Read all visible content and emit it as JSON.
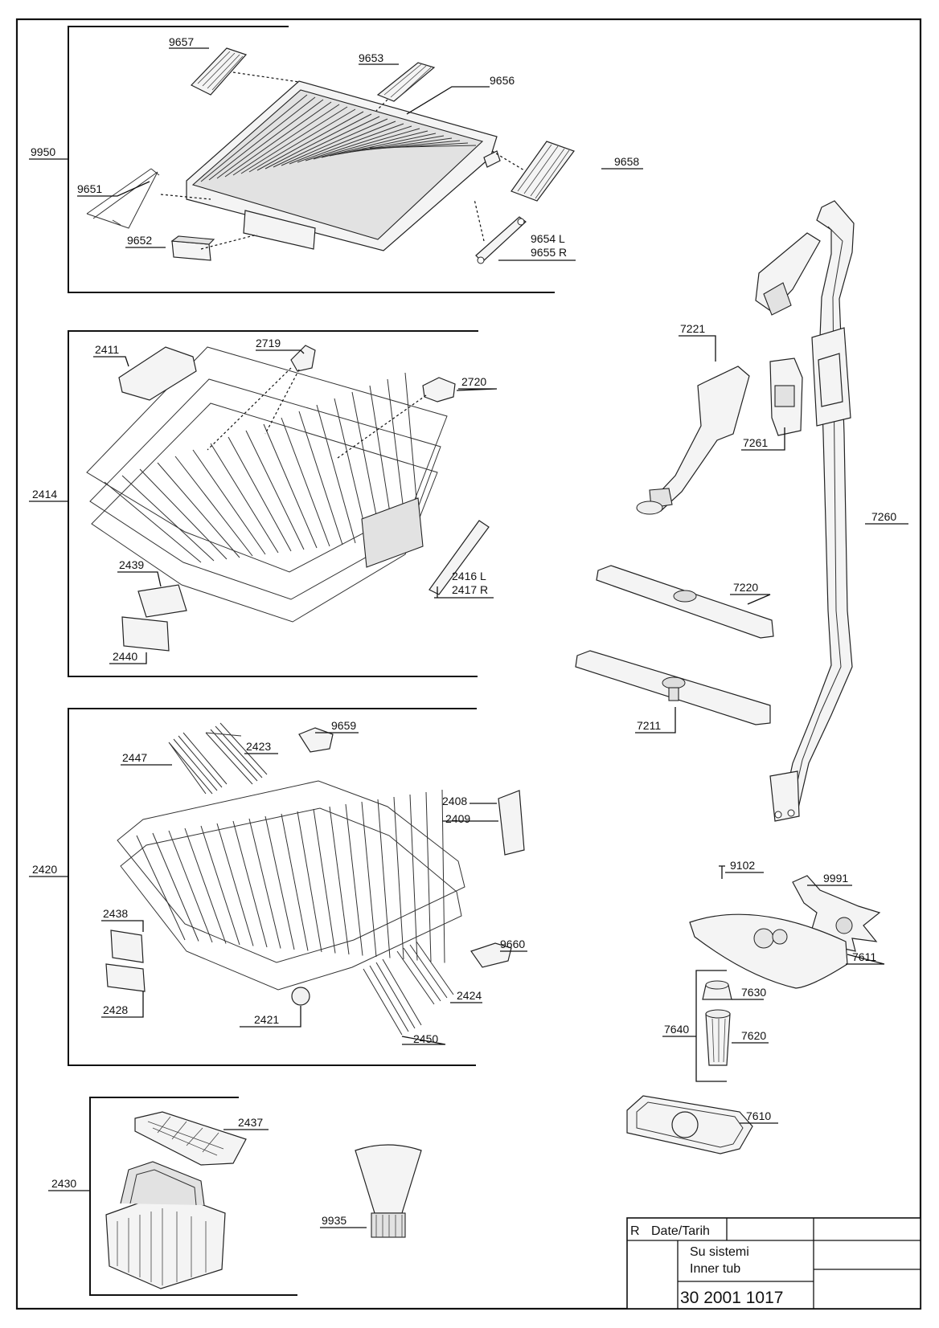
{
  "groups": {
    "upper_tray": "9950",
    "upper_basket": "2414",
    "lower_basket": "2420",
    "cutlery": "2430"
  },
  "parts": {
    "p9657": "9657",
    "p9653": "9653",
    "p9656": "9656",
    "p9658": "9658",
    "p9651": "9651",
    "p9652": "9652",
    "p9654": "9654 L",
    "p9655": "9655 R",
    "p2411": "2411",
    "p2719": "2719",
    "p2720": "2720",
    "p2416": "2416 L",
    "p2417": "2417 R",
    "p2439": "2439",
    "p2440": "2440",
    "p9659": "9659",
    "p2423": "2423",
    "p2447": "2447",
    "p2408": "2408",
    "p2409": "2409",
    "p2438": "2438",
    "p2428": "2428",
    "p2421": "2421",
    "p9660": "9660",
    "p2424": "2424",
    "p2450": "2450",
    "p2437": "2437",
    "p9935": "9935",
    "p7221": "7221",
    "p7261": "7261",
    "p7260": "7260",
    "p7220": "7220",
    "p7211": "7211",
    "p9102": "9102",
    "p9991": "9991",
    "p7611": "7611",
    "p7630": "7630",
    "p7640": "7640",
    "p7620": "7620",
    "p7610": "7610"
  },
  "title_block": {
    "rev": "R",
    "date_label": "Date/Tarih",
    "line1": "Su sistemi",
    "line2": "Inner tub",
    "drawing_no": "30 2001 1017"
  }
}
